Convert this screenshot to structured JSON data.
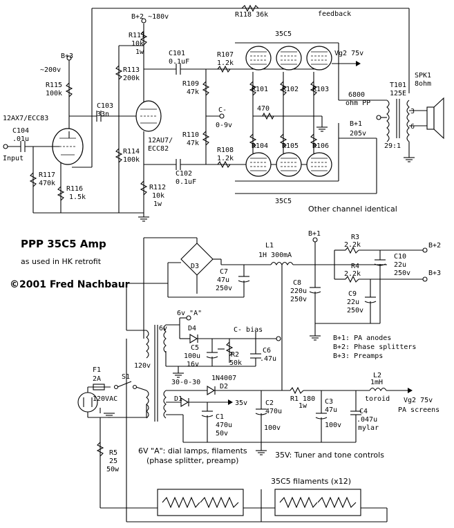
{
  "title": "PPP 35C5 Amp",
  "subtitle": "as used in HK retrofit",
  "copyright": "©2001 Fred Nachbaur",
  "amp": {
    "r118": "R118  36k",
    "feedback": "feedback",
    "b2_top": "B+2 ~180v",
    "r111": [
      "R111",
      "10k",
      "1w"
    ],
    "b3": "B+3",
    "v200": "~200v",
    "r115": [
      "R115",
      "100k"
    ],
    "r113": [
      "R113",
      "200k"
    ],
    "c101": [
      "C101",
      "0.1uF"
    ],
    "r107": [
      "R107",
      "1.2k"
    ],
    "tube_top": "35C5",
    "vg2": "Vg2 75v",
    "c103": [
      "C103",
      "33n"
    ],
    "r109": [
      "R109",
      "47k"
    ],
    "r101": "R101",
    "r102": "R102",
    "r103": "R103",
    "pp": [
      "6800",
      "ohm PP"
    ],
    "t101": [
      "T101",
      "125E"
    ],
    "spk1": [
      "SPK1",
      "8ohm"
    ],
    "tap3": "3",
    "tap6": "6",
    "v12ax7": "12AX7/ECC83",
    "c104": [
      "C104",
      ".01u"
    ],
    "c_minus": [
      "C-",
      "0-9v"
    ],
    "r470": "470",
    "b1": [
      "B+1",
      "205v"
    ],
    "ratio": "29:1",
    "v12au7": [
      "12AU7/",
      "ECC82"
    ],
    "r110": [
      "R110",
      "47k"
    ],
    "r114": [
      "R114",
      "100k"
    ],
    "r108": [
      "R108",
      "1.2k"
    ],
    "r104": "R104",
    "r105": "R105",
    "r106": "R106",
    "input": "Input",
    "r117": [
      "R117",
      "470k"
    ],
    "r116": [
      "R116",
      "1.5k"
    ],
    "c102": [
      "C102",
      "0.1uF"
    ],
    "r112": [
      "R112",
      "10k",
      "1w"
    ],
    "tube_bot": "35C5",
    "other": "Other channel identical"
  },
  "psu": {
    "b1": "B+1",
    "l1": [
      "L1",
      "1H  300mA"
    ],
    "r3": "R3",
    "r3v": "2.2k",
    "b2": "B+2",
    "c10": [
      "C10",
      "22u",
      "250v"
    ],
    "d3": "D3",
    "c7": [
      "C7",
      "47u",
      "250v"
    ],
    "r4": "R4",
    "r4v": "2.2k",
    "b3": "B+3",
    "c8": [
      "C8",
      "220u",
      "250v"
    ],
    "c9": [
      "C9",
      "22u",
      "250v"
    ],
    "six_va": "6v \"A\"",
    "six_v": "6v",
    "d4": "D4",
    "cbias": "C- bias",
    "c5": [
      "C5",
      "100u",
      "16v"
    ],
    "c6": [
      "C6",
      ".47u"
    ],
    "r2": [
      "R2",
      "50k"
    ],
    "legend": [
      "B+1: PA anodes",
      "B+2: Phase splitters",
      "B+3: Preamps"
    ],
    "v120": "120v",
    "f1": [
      "F1",
      "2A"
    ],
    "s1": "S1",
    "v3030": "30-0-30",
    "n4007": "1N4007",
    "d2": "D2",
    "l2": [
      "L2",
      "1mH",
      "toroid"
    ],
    "ac": "120VAC",
    "d1": "D1",
    "v35": "35v",
    "c2": [
      "C2",
      "470u"
    ],
    "r1": [
      "R1  180",
      "1w"
    ],
    "c3": [
      "C3",
      "47u"
    ],
    "c4": [
      "C4",
      ".047u",
      "mylar"
    ],
    "vg2": [
      "Vg2 75v",
      "PA screens"
    ],
    "c1": [
      "C1",
      "470u",
      "50v"
    ],
    "v100a": "100v",
    "v100b": "100v",
    "note6v": [
      "6V \"A\": dial lamps, filaments",
      "(phase splitter, preamp)"
    ],
    "note35": "35V: Tuner and tone controls",
    "r5": [
      "R5",
      "25",
      "50w"
    ],
    "fil": "35C5 filaments (x12)"
  }
}
